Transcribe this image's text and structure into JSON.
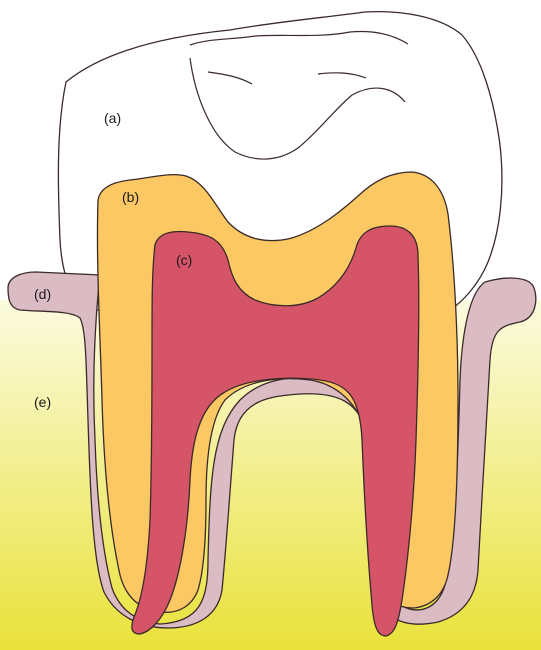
{
  "diagram": {
    "labels": {
      "a": "(a)",
      "b": "(b)",
      "c": "(c)",
      "d": "(d)",
      "e": "(e)"
    },
    "colors": {
      "crown": "#ffffff",
      "dentin": "#fcc863",
      "pulp": "#d65467",
      "gum": "#dbbcc4",
      "bone_top": "#fbfbe0",
      "bone_bottom": "#e9e23a",
      "outline": "#3a2a2a"
    }
  }
}
